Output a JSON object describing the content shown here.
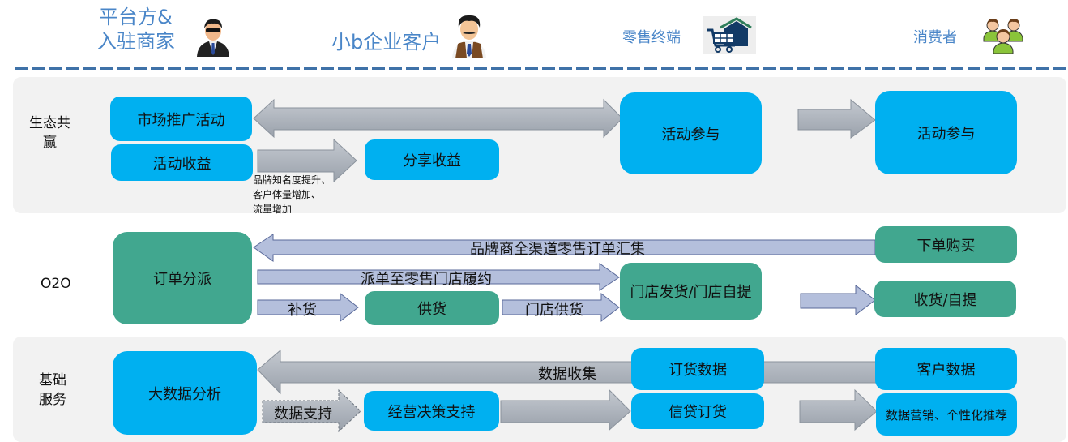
{
  "header": {
    "actors": [
      {
        "label_line1": "平台方&",
        "label_line2": "入驻商家",
        "icon": "businessman-sunglasses-icon"
      },
      {
        "label": "小b企业客户",
        "icon": "mustache-man-icon"
      },
      {
        "label": "零售终端",
        "icon": "store-cart-icon"
      },
      {
        "label": "消费者",
        "icon": "group-people-icon"
      }
    ]
  },
  "rows": {
    "ecosystem": {
      "label_line1": "生态共",
      "label_line2": "赢",
      "boxes": {
        "market_promo": "市场推广活动",
        "activity_income": "活动收益",
        "share_income": "分享收益",
        "participate_retail": "活动参与",
        "participate_consumer": "活动参与"
      },
      "note_lines": [
        "品牌知名度提升、",
        "客户体量增加、",
        "流量增加"
      ]
    },
    "o2o": {
      "label": "O2O",
      "boxes": {
        "order_dispatch": "订单分派",
        "supply": "供货",
        "store_ship": "门店发货/门店自提",
        "place_order": "下单购买",
        "receive": "收货/自提"
      },
      "arrows": {
        "aggregate": "品牌商全渠道零售订单汇集",
        "dispatch": "派单至零售门店履约",
        "replenish": "补货",
        "store_supply": "门店供货"
      }
    },
    "basic": {
      "label_line1": "基础",
      "label_line2": "服务",
      "boxes": {
        "big_data": "大数据分析",
        "decision": "经营决策支持",
        "order_data": "订货数据",
        "customer_data": "客户数据",
        "credit_order": "信贷订货",
        "marketing": "数据营销、个性化推荐"
      },
      "arrows": {
        "collect": "数据收集",
        "support": "数据支持"
      }
    }
  },
  "colors": {
    "blue_box": "#00b0f0",
    "green_box": "#41a78f",
    "header_text": "#4a86c8",
    "dash_line": "#3f72a8",
    "band_bg": "#f2f2f2",
    "gray_arrow": "#aab1bb",
    "lavender_arrow": "#b4bfdc"
  }
}
